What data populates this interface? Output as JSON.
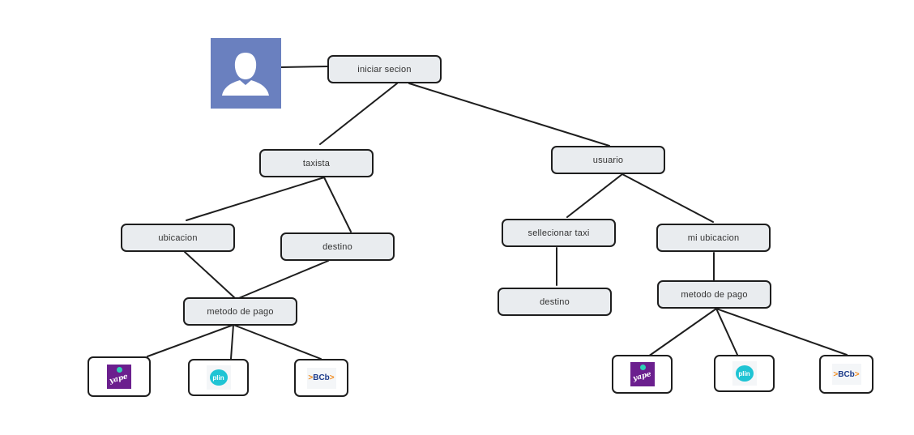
{
  "nodes": {
    "iniciar_sesion": "iniciar secion",
    "taxista": "taxista",
    "usuario": "usuario",
    "ubicacion": "ubicacion",
    "destino_left": "destino",
    "metodo_pago_left": "metodo de pago",
    "seleccionar_taxi": "sellecionar taxi",
    "mi_ubicacion": "mi ubicacion",
    "destino_right": "destino",
    "metodo_pago_right": "metodo de pago"
  },
  "payment_logos": {
    "yape": "yape",
    "plin": "plin",
    "bcb_left": "BCb",
    "bcb_right": "BCb"
  },
  "edges": [
    [
      "avatar",
      "iniciar_sesion"
    ],
    [
      "iniciar_sesion",
      "taxista"
    ],
    [
      "iniciar_sesion",
      "usuario"
    ],
    [
      "taxista",
      "ubicacion"
    ],
    [
      "taxista",
      "destino_left"
    ],
    [
      "ubicacion",
      "metodo_pago_left"
    ],
    [
      "destino_left",
      "metodo_pago_left"
    ],
    [
      "metodo_pago_left",
      "yape_left"
    ],
    [
      "metodo_pago_left",
      "plin_left"
    ],
    [
      "metodo_pago_left",
      "bcb_left"
    ],
    [
      "usuario",
      "seleccionar_taxi"
    ],
    [
      "usuario",
      "mi_ubicacion"
    ],
    [
      "seleccionar_taxi",
      "destino_right"
    ],
    [
      "mi_ubicacion",
      "metodo_pago_right"
    ],
    [
      "metodo_pago_right",
      "yape_right"
    ],
    [
      "metodo_pago_right",
      "plin_right"
    ],
    [
      "metodo_pago_right",
      "bcb_right"
    ]
  ],
  "colors": {
    "node_fill": "#e9ecef",
    "stroke": "#1e1e1e",
    "avatar_bg": "#6a80bf",
    "yape_purple": "#6b1f8e",
    "plin_cyan": "#1fc4d4",
    "bcb_blue": "#1b3a8a",
    "bcb_orange": "#f28c1e"
  }
}
